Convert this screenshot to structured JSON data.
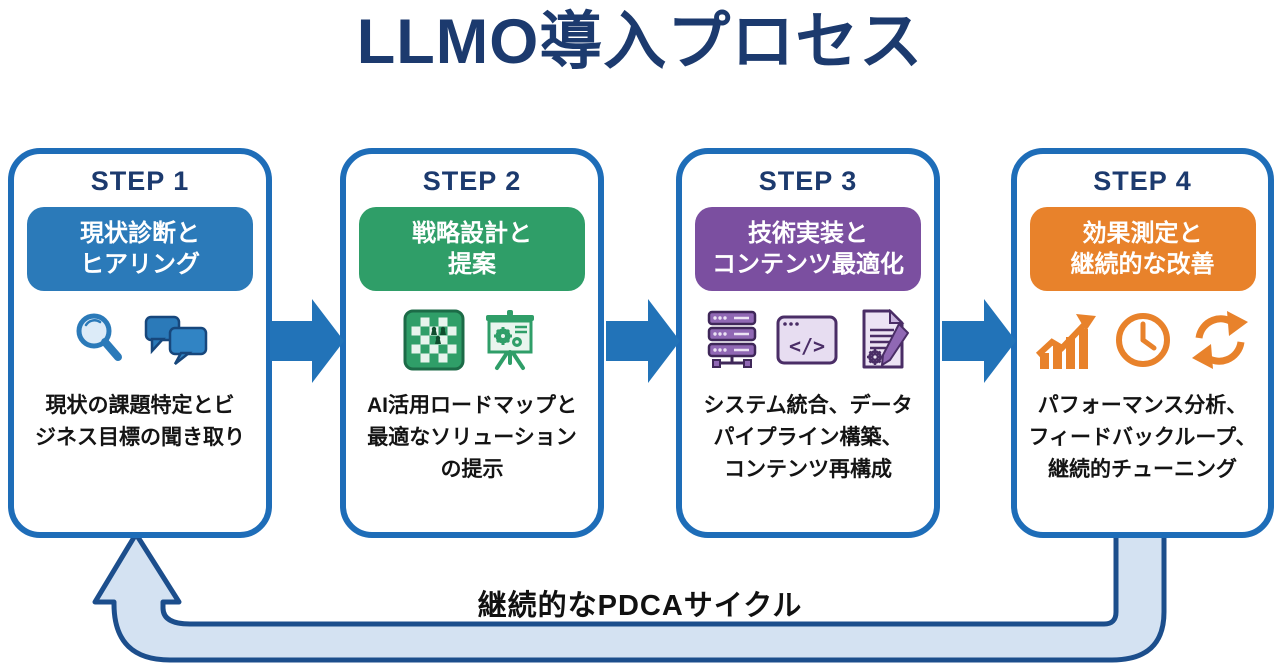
{
  "title": "LLMO導入プロセス",
  "loop": {
    "label": "継続的なPDCAサイクル"
  },
  "colors": {
    "title_text": "#1c3a6e",
    "card_border": "#1e6db8",
    "flow_arrow": "#2273b8",
    "loop_fill": "#d4e2f2",
    "loop_stroke": "#1c4e8c",
    "description_text": "#141414",
    "step1_accent": "#2b7ab9",
    "step2_accent": "#2f9e68",
    "step3_accent": "#7b4fa0",
    "step4_accent": "#e8822b"
  },
  "steps": [
    {
      "step_label": "STEP 1",
      "badge_lines": [
        "現状診断と",
        "ヒアリング"
      ],
      "desc_lines": [
        "現状の課題特定とビ",
        "ジネス目標の聞き取り"
      ],
      "accent": "#2b7ab9",
      "icons": [
        "magnifier-icon",
        "chat-bubbles-icon"
      ]
    },
    {
      "step_label": "STEP 2",
      "badge_lines": [
        "戦略設計と",
        "提案"
      ],
      "desc_lines": [
        "AI活用ロードマップと",
        "最適なソリューション",
        "の提示"
      ],
      "accent": "#2f9e68",
      "icons": [
        "strategy-board-icon",
        "presentation-gears-icon"
      ]
    },
    {
      "step_label": "STEP 3",
      "badge_lines": [
        "技術実装と",
        "コンテンツ最適化"
      ],
      "desc_lines": [
        "システム統合、データ",
        "パイプライン構築、",
        "コンテンツ再構成"
      ],
      "accent": "#7b4fa0",
      "icons": [
        "server-icon",
        "code-window-icon",
        "document-pencil-icon"
      ]
    },
    {
      "step_label": "STEP 4",
      "badge_lines": [
        "効果測定と",
        "継続的な改善"
      ],
      "desc_lines": [
        "パフォーマンス分析、",
        "フィードバックループ、",
        "継続的チューニング"
      ],
      "accent": "#e8822b",
      "icons": [
        "growth-chart-icon",
        "clock-icon",
        "refresh-cycle-icon"
      ]
    }
  ]
}
